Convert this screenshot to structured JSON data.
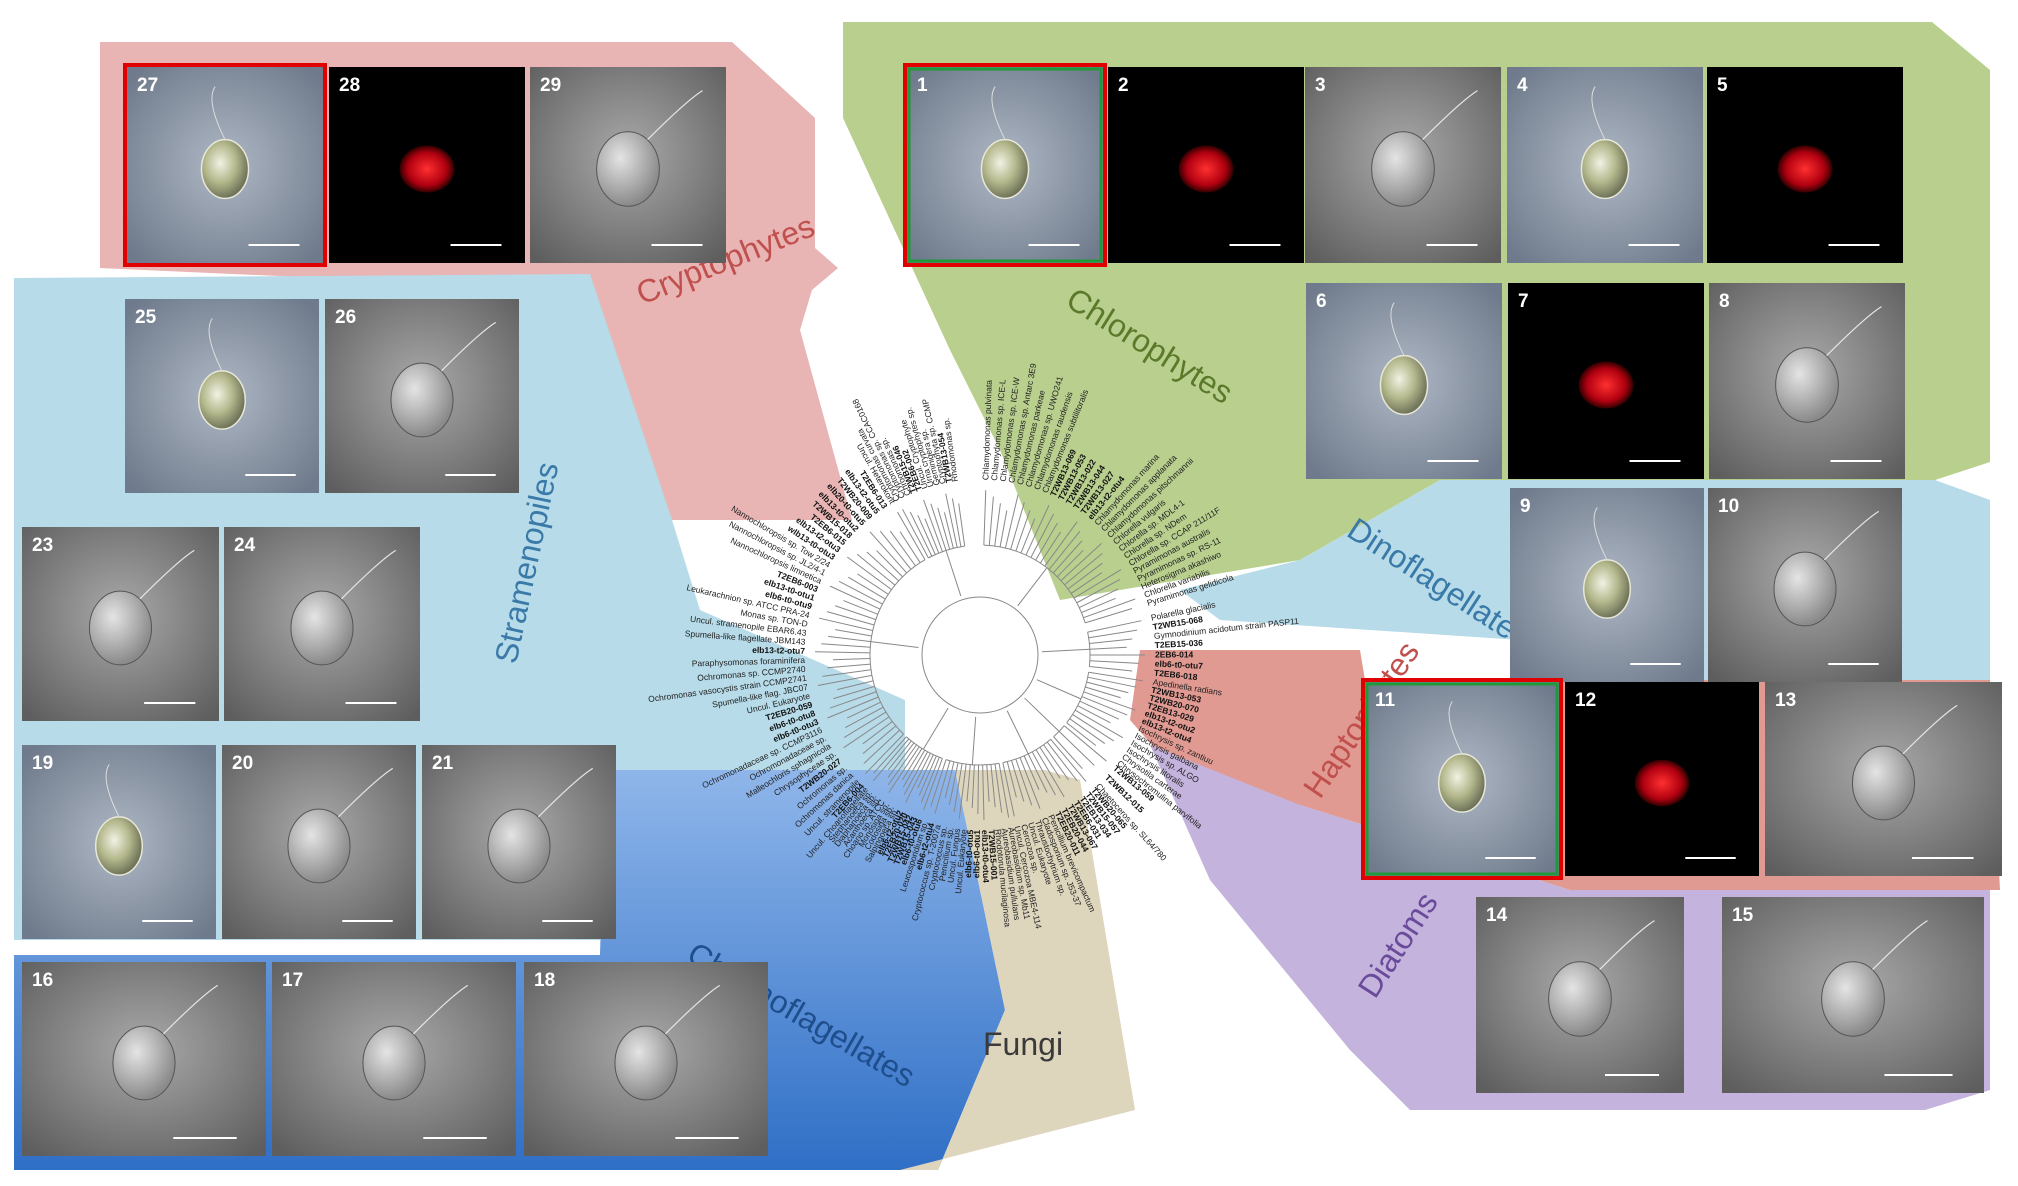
{
  "groups": {
    "cryptophytes": {
      "label": "Cryptophytes",
      "color": "#e8b4b4",
      "text_color": "#c0504d"
    },
    "chlorophytes": {
      "label": "Chlorophytes",
      "color": "#b8cf8e",
      "text_color": "#5a7a2a"
    },
    "stramenopiles": {
      "label": "Stramenopiles",
      "color": "#b7dbe8",
      "text_color": "#3a7aa8"
    },
    "dinoflagellates": {
      "label": "Dinoflagellates",
      "color": "#b7dbe8",
      "text_color": "#3a7aa8"
    },
    "haptophytes": {
      "label": "Haptophytes",
      "color": "#e19a92",
      "text_color": "#c0504d"
    },
    "diatoms": {
      "label": "Diatoms",
      "color": "#c4b3dc",
      "text_color": "#6a4a9a"
    },
    "choanoflagellates": {
      "label": "Choanoflagellates",
      "color": "#5b93d9",
      "text_color": "#1f4e8c"
    },
    "fungi": {
      "label": "Fungi",
      "color": "#ddd5bc",
      "text_color": "#3a3a3a"
    }
  },
  "micrographs": [
    {
      "num": "1",
      "kind": "light",
      "frame": "red-green"
    },
    {
      "num": "2",
      "kind": "fluorescence"
    },
    {
      "num": "3",
      "kind": "sem"
    },
    {
      "num": "4",
      "kind": "light"
    },
    {
      "num": "5",
      "kind": "fluorescence"
    },
    {
      "num": "6",
      "kind": "light"
    },
    {
      "num": "7",
      "kind": "fluorescence"
    },
    {
      "num": "8",
      "kind": "sem"
    },
    {
      "num": "9",
      "kind": "light"
    },
    {
      "num": "10",
      "kind": "sem"
    },
    {
      "num": "11",
      "kind": "light",
      "frame": "red-green"
    },
    {
      "num": "12",
      "kind": "fluorescence"
    },
    {
      "num": "13",
      "kind": "sem"
    },
    {
      "num": "14",
      "kind": "sem"
    },
    {
      "num": "15",
      "kind": "sem"
    },
    {
      "num": "16",
      "kind": "sem"
    },
    {
      "num": "17",
      "kind": "sem"
    },
    {
      "num": "18",
      "kind": "sem"
    },
    {
      "num": "19",
      "kind": "light"
    },
    {
      "num": "20",
      "kind": "sem"
    },
    {
      "num": "21",
      "kind": "sem"
    },
    {
      "num": "23",
      "kind": "sem"
    },
    {
      "num": "24",
      "kind": "sem"
    },
    {
      "num": "25",
      "kind": "light"
    },
    {
      "num": "26",
      "kind": "sem"
    },
    {
      "num": "27",
      "kind": "light",
      "frame": "red"
    },
    {
      "num": "28",
      "kind": "fluorescence"
    },
    {
      "num": "29",
      "kind": "sem"
    }
  ],
  "tree": {
    "chlorophytes_leaves": [
      "Chlamydomonas pulvinata",
      "Chlamydomonas sp. ICE-L",
      "Chlamydomonas sp. ICE-W",
      "Chlamydomonas sp. Antarc 3E9",
      "Chlamydomonas parkeae",
      "Chlamydomonas sp. UWO241",
      "Chlamydomonas raudensis",
      "Chlamydomonas subtilitoralis",
      "T2WB13-069",
      "T2WB13-053",
      "T2WB13-022",
      "T2WB13-044",
      "T2WB13-027",
      "elb13-t2-otu4",
      "Chlamydomonas marina",
      "Chlamydomonas applanata",
      "Chlamydomonas pitschmannii",
      "Chlorella vulgaris",
      "Chlorella sp. MDL4-1",
      "Chlorella sp. NDem",
      "Chlorella sp. CCAP 211/11F",
      "Pyramimonas australis",
      "Pyramimonas sp. RS-11",
      "Heterosigma akashiwo",
      "Chlorella variabilis",
      "Pyramimonas gelidicola"
    ],
    "dinoflagellates_leaves": [
      "Polarella glacialis",
      "T2WB15-068",
      "Gymnodinium acidotum strain PASP11",
      "T2EB15-036",
      "2EB6-014",
      "elb6-t0-otu7",
      "T2EB6-018"
    ],
    "haptophytes_leaves": [
      "Apedinella radians",
      "T2WB13-053",
      "T2WB20-070",
      "T2EB13-029",
      "elb13-t2-otu2",
      "elb13-t2-otu4",
      "Isochrysis sp. zantiuu",
      "Isochrysis galbana",
      "Isochrysis sp. ALGO",
      "Isochrysis litoralis",
      "Chrysotila carterae",
      "Chrysochromulina parvifolia"
    ],
    "diatoms_leaves": [
      "T2WB13-059",
      "T2WB12-015",
      "Chaetoceros sp. SL64/780"
    ],
    "stramenopiles_leaves": [
      "Uncul. stramenopile",
      "Ochromonas danica",
      "Ochromonas sp.",
      "T2WB20-027",
      "Chrysophyceae sp.",
      "Malleochloris sphagnicola",
      "Ochromonadaceae sp.",
      "Ochromonadaceae sp. CCMP3116",
      "elb6-t0-otu3",
      "elb6-t0-otu8",
      "T2EB20-059",
      "Uncul. Eukaryote",
      "Spumella-like flag. JBC07",
      "Ochromonas vasocystis strain CCMP2741",
      "Ochromonas sp. CCMP2740",
      "Paraphysomonas foraminifera",
      "elb13-t2-otu7",
      "Spumella-like flagellate JBM143",
      "Uncul. stramenopile EBAR6.43",
      "Monas sp. TON-D",
      "Leukarachnion sp. ATCC PRA-24",
      "elb6-t0-otu9",
      "elb13-t0-otu1",
      "T2EB6-003",
      "Nannochloropsis limnetica",
      "Nannochloropsis sp. JL2/4-1",
      "Nannochloropsis sp. Tow 2/24",
      "wlb13-t0-otu3",
      "elb13-t2-otu3",
      "T2EB6-015",
      "T2WB15-018",
      "elb13-t0-otu2",
      "elb20-t0-otu5",
      "T2WB20-009",
      "elb13-t2-otu5",
      "T2EB6-013",
      "Uncul. Heterokont"
    ],
    "cryptophytes_leaves": [
      "Cryptomonas curvata",
      "Cryptomonas sp. CCAC0168",
      "Chroomonas sp.",
      "T2WB15-046",
      "T2EB6-002",
      "Uncul. Cryptophyte",
      "Urna cryptophytes sp.",
      "Geminigera sp.",
      "Cryptophyta sp. CCMP",
      "T2WB13-054",
      "Rhodomonas sp."
    ],
    "choanoflagellates_leaves": [
      "elb6-t0-otu6",
      "T2WB15-043",
      "T2WB15-042",
      "T2EB20-020",
      "elb6-t2-otu2",
      "Salpingoeca sp.",
      "Codosiga sp.",
      "Monosiga sp.",
      "Choano sp. ATCC",
      "Acanthoeca sp.",
      "Diaphanoeca sp.",
      "Stephanoeca sp.",
      "Uncul. Choanoflagellate",
      "T2EB6-004"
    ],
    "fungi_leaves": [
      "Aureobasidium sp. Mb11",
      "Aureobasidium pullulans",
      "Rhodotorula mucilaginosa",
      "T2WB15-001",
      "elb13-t0-otu4",
      "elb6-t0-otu1",
      "elb6-t0-otu5",
      "Uncul. Eukaryote",
      "Uncul. Fungus",
      "Penicillium sp.",
      "Cryptococcus sp.",
      "Cryptococcus sp. T-2007a",
      "elb6-t2-otu4",
      "Leucosporidium sp."
    ],
    "other_leaves": [
      "T2WB20-065",
      "T2WB15-057",
      "T2EB13-034",
      "T2EB6-031",
      "T2WB13-067",
      "T2EB20-044",
      "T2EB20-011",
      "Penicillium brevicompactum",
      "Cladosporium sp. J53-37",
      "Thraustochytrium sp.",
      "Uncul. Eukaryote",
      "Cercozoa sp.",
      "Uncul. Cercozoa MBE4-114"
    ]
  }
}
